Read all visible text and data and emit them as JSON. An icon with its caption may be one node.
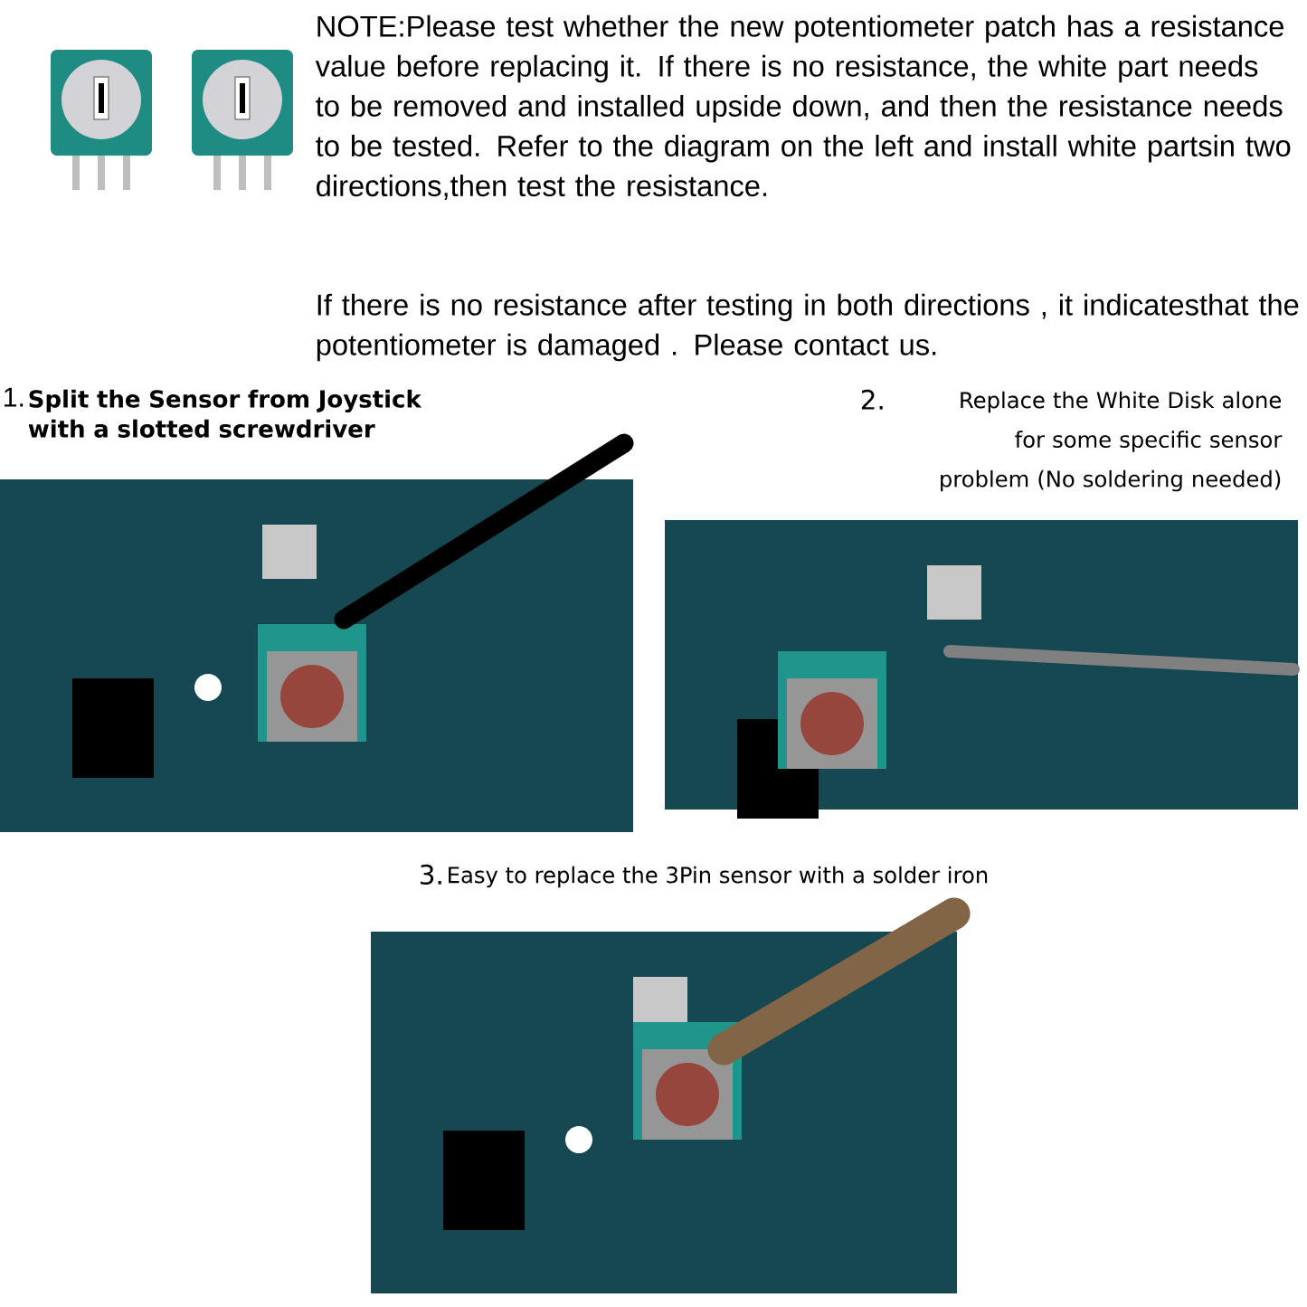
{
  "diagram": {
    "labels": [
      "NOTE:Please test whether the new potentiometer patch has a resistance value before replacing it. If there is no resistance, the white part needs to be removed and installed upside down, and then the resistance needs to be tested. Refer to the diagram on the left and install white partsin two directions,then test the resistance.",
      "If there is no resistance after testing in both directions , it indicatesthat the potentiometer is damaged . Please contact us.",
      "1.",
      "Split the Sensor from Joystick with a slotted screwdriver",
      "2.",
      "Replace the White Disk alone for some specific sensor problem (No soldering needed)",
      "3.",
      "Easy to replace the 3Pin sensor with a solder iron"
    ]
  }
}
